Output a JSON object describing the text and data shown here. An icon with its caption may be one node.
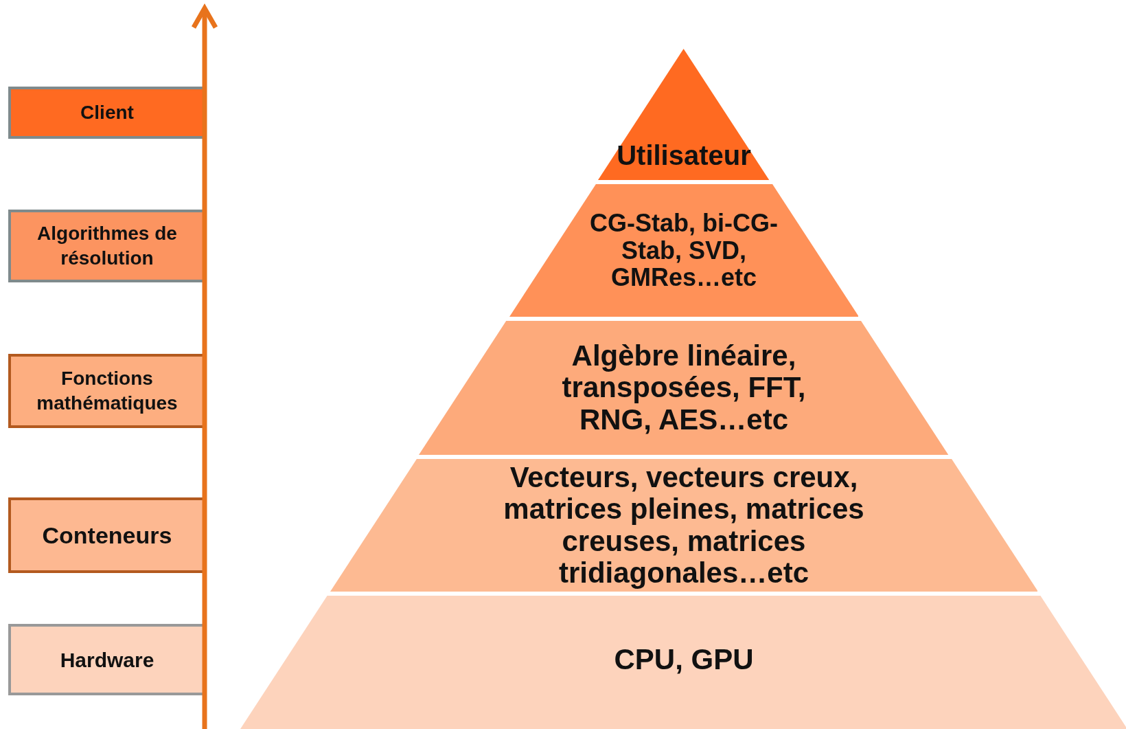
{
  "diagram": {
    "nodes": [
      {
        "text": [
          "Client"
        ]
      },
      {
        "text": [
          "Algorithmes de résolution"
        ]
      },
      {
        "text": [
          "Fonctions mathématiques"
        ]
      },
      {
        "text": [
          "Conteneurs"
        ]
      },
      {
        "text": [
          "Hardware"
        ]
      },
      {
        "text": [
          "Utilisateur"
        ]
      },
      {
        "text": [
          "CG-Stab, bi-CG-Stab, SVD, GMRes…etc"
        ]
      },
      {
        "text": [
          "Algèbre linéaire, transposées, FFT, RNG, AES…etc"
        ]
      },
      {
        "text": [
          "Vecteurs, vecteurs creux, matrices pleines, matrices creuses,  matrices tridiagonales…etc"
        ]
      },
      {
        "text": [
          "CPU, GPU"
        ]
      }
    ]
  }
}
